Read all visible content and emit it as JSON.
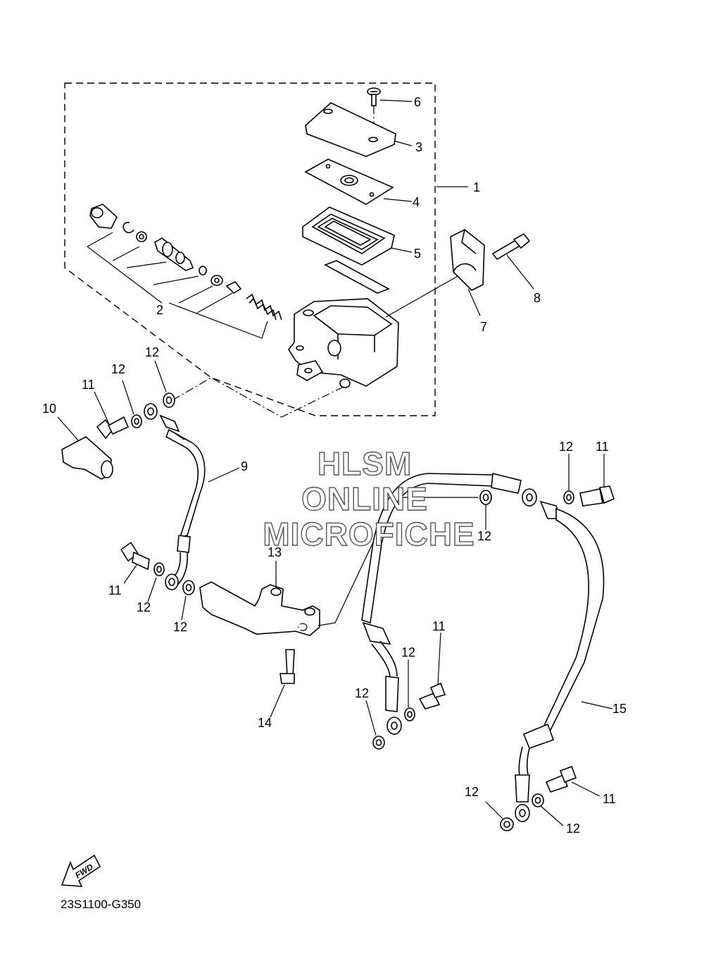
{
  "diagram": {
    "part_callouts": [
      "1",
      "2",
      "3",
      "4",
      "5",
      "6",
      "7",
      "8",
      "9",
      "10",
      "11",
      "12",
      "13",
      "14",
      "15"
    ],
    "repeated_callouts": {
      "washer": "12",
      "union_bolt": "11"
    },
    "fwd_label": "FWD",
    "drawing_code": "23S1100-G350"
  },
  "watermark": {
    "line1": "HLSM",
    "line2": "ONLINE",
    "line3": "MICROFICHE"
  }
}
